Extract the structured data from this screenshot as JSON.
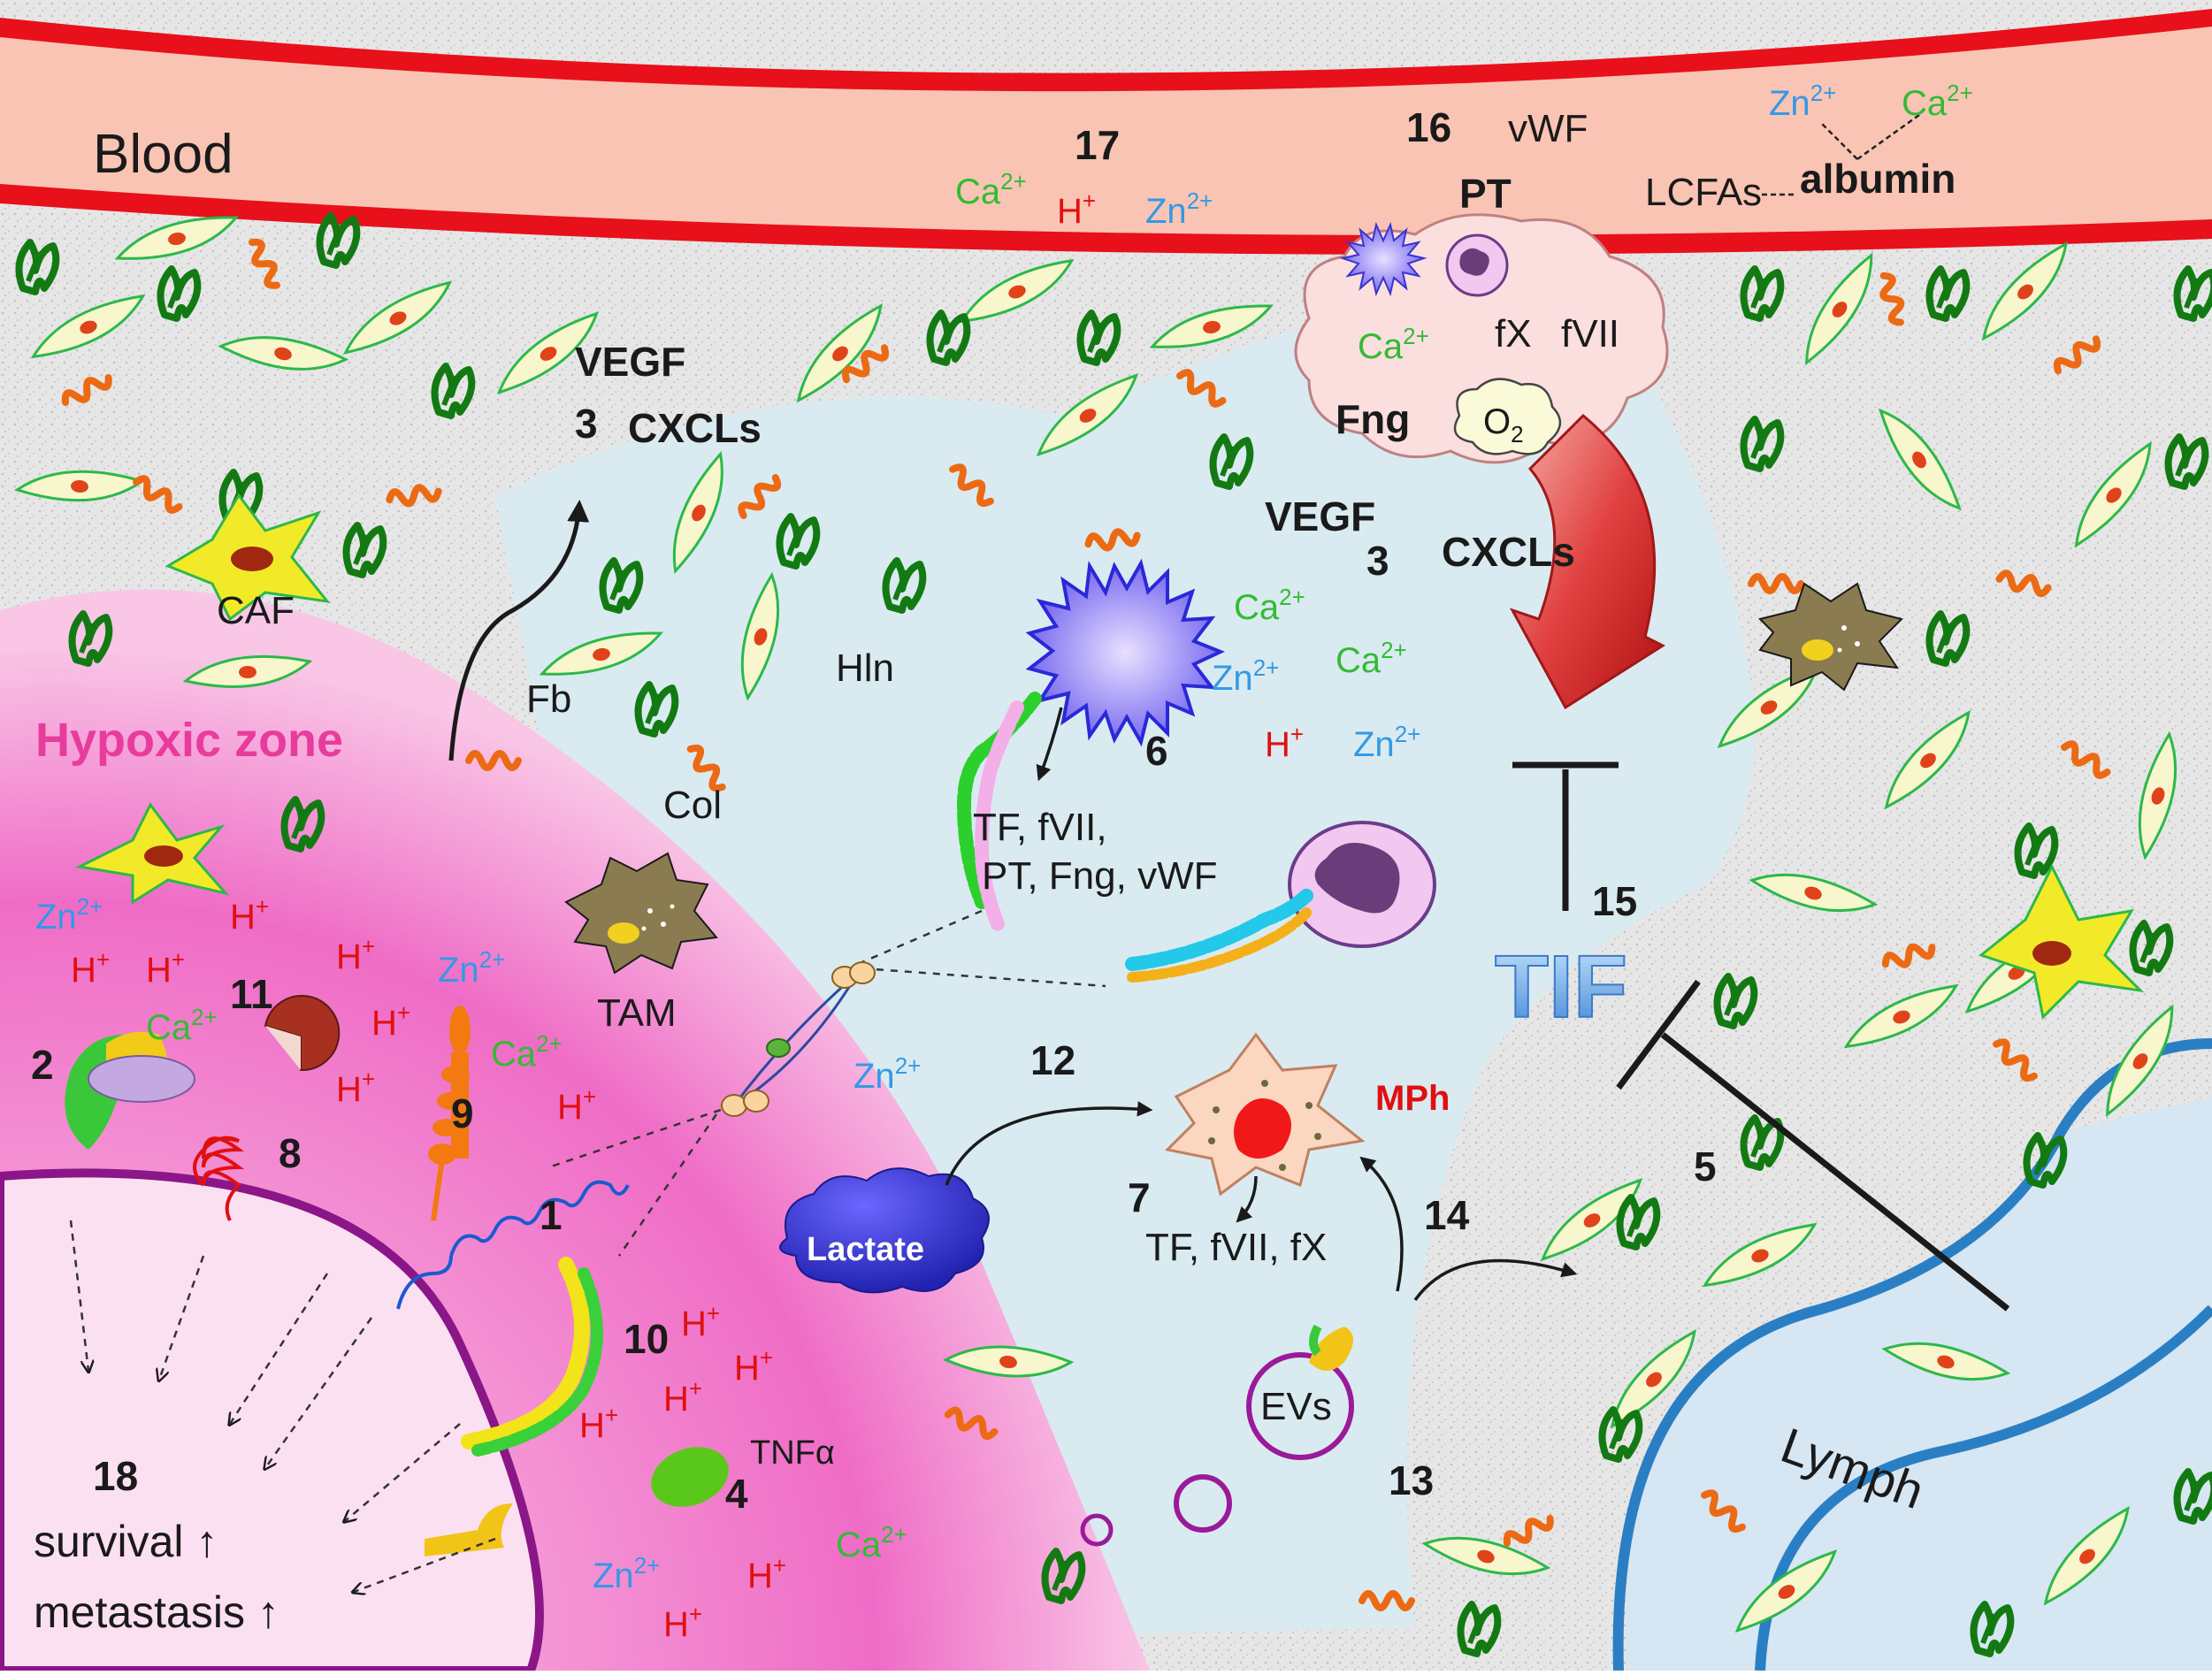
{
  "colors": {
    "blood_outer": "#e8101a",
    "blood_inner": "#f9c4b4",
    "hypoxic": "#f06cc8",
    "tif_zone": "#d8ecf2",
    "lymph": "#2a7fc4",
    "lymph_fill": "#d6e6f2",
    "tissue": "#e4e4e4",
    "hypoxic_label": "#e83c9c",
    "tif_label": "#5aa8e8",
    "mph_label": "#e01010"
  },
  "regions": {
    "blood": "Blood",
    "lymph": "Lymph",
    "hypoxic_zone": "Hypoxic zone",
    "tif": "TIF"
  },
  "numbers": {
    "n1": "1",
    "n2": "2",
    "n3a": "3",
    "n3b": "3",
    "n4": "4",
    "n5": "5",
    "n6": "6",
    "n7": "7",
    "n8": "8",
    "n9": "9",
    "n10": "10",
    "n11": "11",
    "n12": "12",
    "n13": "13",
    "n14": "14",
    "n15": "15",
    "n16": "16",
    "n17": "17",
    "n18": "18"
  },
  "labels": {
    "vwf": "vWF",
    "pt": "PT",
    "lcfas": "LCFAs",
    "albumin": "albumin",
    "fx": "fX",
    "fvii": "fVII",
    "fng": "Fng",
    "o2": "O",
    "o2_sub": "2",
    "vegf_left": "VEGF",
    "cxcls_left": "CXCLs",
    "vegf_right": "VEGF",
    "cxcls_right": "CXCLs",
    "caf": "CAF",
    "fb": "Fb",
    "hln": "Hln",
    "col": "Col",
    "tam": "TAM",
    "mph": "MPh",
    "lactate": "Lactate",
    "evs": "EVs",
    "tnf": "TNF",
    "alpha": "α",
    "factors6_line1": "TF, fVII,",
    "factors6_line2": "PT, Fng, vWF",
    "factors7": "TF, fVII, fX",
    "survival": "survival ↑",
    "metastasis": "metastasis ↑"
  },
  "ions": {
    "zn": "Zn",
    "ca": "Ca",
    "h": "H",
    "charge2": "2+",
    "charge1": "+"
  },
  "icons": {
    "platelet": "platelet-icon",
    "neutrophil": "neutrophil-icon",
    "fibroblast": "fibroblast-icon",
    "collagen": "collagen-icon",
    "hyaluronan": "hyaluronan-icon",
    "macrophage": "macrophage-icon",
    "tam": "tam-icon",
    "caf": "caf-icon",
    "lactate": "lactate-cloud-icon",
    "ev": "extracellular-vesicle-icon",
    "big_arrow": "curved-arrow-icon",
    "inhibition": "inhibition-bar-icon",
    "receptor": "receptor-icon",
    "integrin": "integrin-icon"
  }
}
